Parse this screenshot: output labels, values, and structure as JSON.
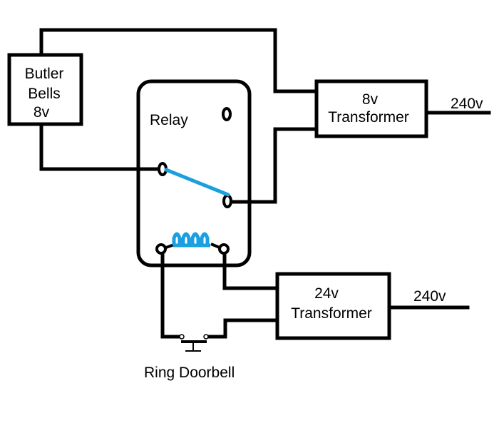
{
  "diagram": {
    "type": "wiring-schematic",
    "colors": {
      "wire": "#000000",
      "relay_internal": "#1a9fe0",
      "background": "#ffffff"
    },
    "components": {
      "butler_bells": {
        "line1": "Butler",
        "line2": "Bells",
        "line3": "8v"
      },
      "relay": {
        "label": "Relay"
      },
      "transformer_8v": {
        "line1": "8v",
        "line2": "Transformer",
        "input_label": "240v"
      },
      "transformer_24v": {
        "line1": "24v",
        "line2": "Transformer",
        "input_label": "240v"
      },
      "doorbell": {
        "label": "Ring Doorbell"
      }
    }
  }
}
